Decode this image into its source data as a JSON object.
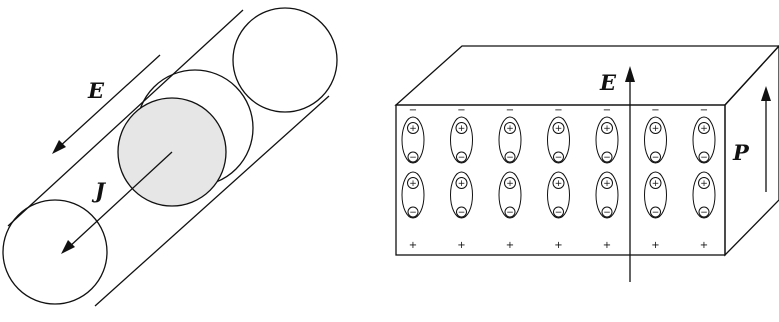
{
  "left_figure": {
    "e_label": "E",
    "j_label": "J"
  },
  "right_figure": {
    "e_label": "E",
    "p_label": "P",
    "top_charge_sign": "−",
    "bottom_charge_sign": "+",
    "dipole_positive": "+",
    "dipole_negative": "−",
    "dipole_columns": 7,
    "dipole_rows": 2
  }
}
